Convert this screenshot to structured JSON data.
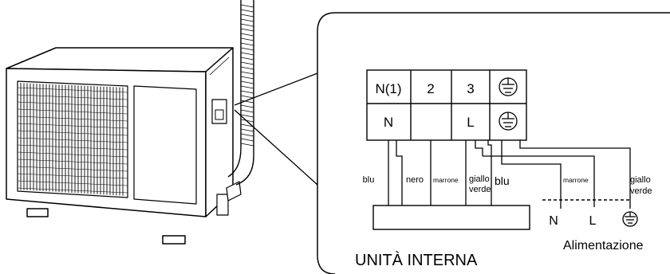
{
  "terminal_block": {
    "top_row": [
      "N(1)",
      "2",
      "3"
    ],
    "bottom_row": [
      "N",
      "",
      "L"
    ],
    "ground_icon": "ground-icon"
  },
  "wires": {
    "blu_left": "blu",
    "nero": "nero",
    "marrone_left": "marrone",
    "giallo_verde_left": [
      "giallo",
      "verde"
    ],
    "blu_right": "blu",
    "marrone_right": "marrone",
    "giallo_verde_right": [
      "giallo",
      "verde"
    ]
  },
  "power_terminals": [
    "N",
    "L"
  ],
  "indoor_unit_label": "UNITÀ INTERNA",
  "power_supply_label": "Alimentazione",
  "colors": {
    "line": "#000000",
    "background": "#ffffff"
  }
}
